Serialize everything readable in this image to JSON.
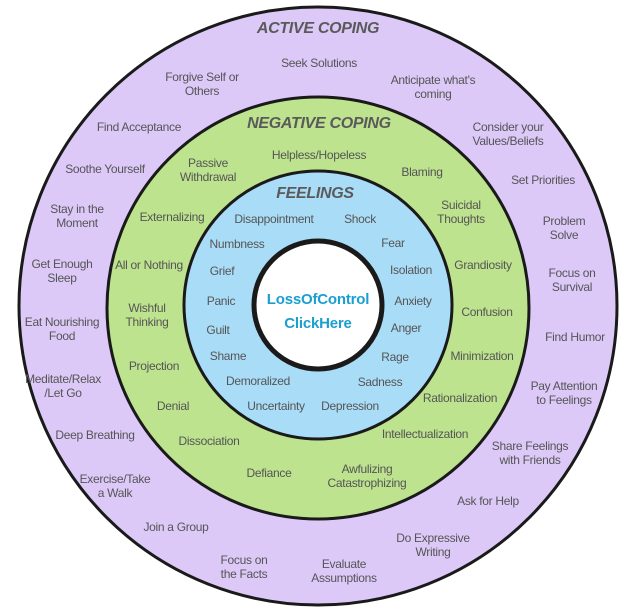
{
  "colors": {
    "active": "#dcc9f8",
    "negative": "#bde38e",
    "feelings": "#a9dcf7",
    "center": "#ffffff",
    "link": "#1a9fd0",
    "text": "#555555"
  },
  "active": {
    "title": "ACTIVE COPING",
    "items": [
      "Seek Solutions",
      "Forgive Self or\nOthers",
      "Anticipate what's\ncoming",
      "Find Acceptance",
      "Consider your\nValues/Beliefs",
      "Soothe Yourself",
      "Set Priorities",
      "Stay in the\nMoment",
      "Problem Solve",
      "Get Enough\nSleep",
      "Focus on\nSurvival",
      "Eat Nourishing\nFood",
      "Find Humor",
      "Meditate/Relax\n/Let Go",
      "Pay Attention\nto Feelings",
      "Deep Breathing",
      "Share Feelings\nwith Friends",
      "Exercise/Take\na Walk",
      "Ask for Help",
      "Join a Group",
      "Do Expressive\nWriting",
      "Focus on\nthe Facts",
      "Evaluate\nAssumptions"
    ]
  },
  "negative": {
    "title": "NEGATIVE COPING",
    "items": [
      "Helpless/Hopeless",
      "Passive\nWithdrawal",
      "Blaming",
      "Suicidal\nThoughts",
      "Externalizing",
      "Grandiosity",
      "All or Nothing",
      "Wishful\nThinking",
      "Confusion",
      "Projection",
      "Minimization",
      "Denial",
      "Rationalization",
      "Dissociation",
      "Intellectualization",
      "Defiance",
      "Awfulizing\nCatastrophizing"
    ]
  },
  "feelings": {
    "title": "FEELINGS",
    "items": [
      "Disappointment",
      "Shock",
      "Numbness",
      "Fear",
      "Grief",
      "Isolation",
      "Panic",
      "Anxiety",
      "Guilt",
      "Anger",
      "Shame",
      "Rage",
      "Demoralized",
      "Sadness",
      "Uncertainty",
      "Depression"
    ]
  },
  "center": {
    "line1": "LossOfControl",
    "line2": "ClickHere"
  }
}
